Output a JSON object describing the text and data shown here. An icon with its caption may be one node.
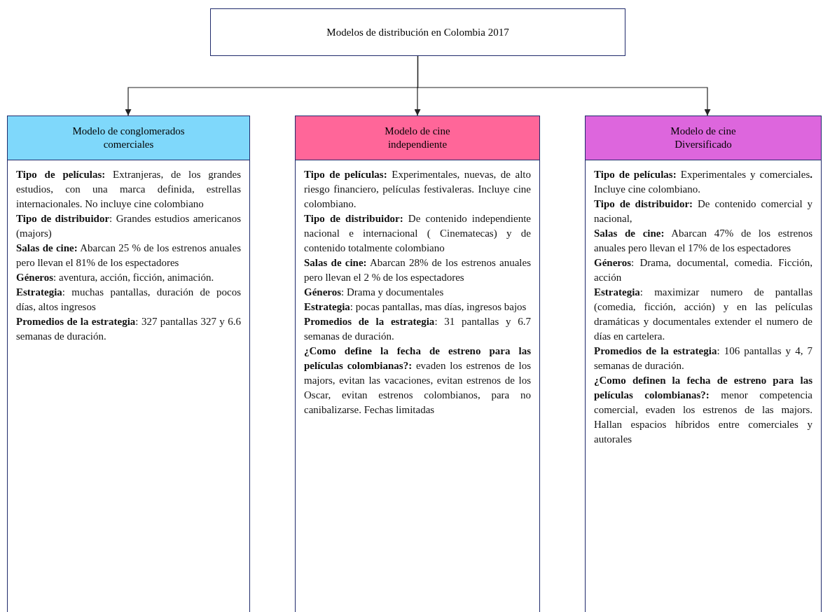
{
  "diagram": {
    "nodes": [
      {
        "text": [
          "Modelos de distribución en Colombia 2017"
        ]
      },
      {
        "text": [
          "Modelo de conglomerados comerciales"
        ]
      },
      {
        "text": [
          "Modelo de cine independiente"
        ]
      },
      {
        "text": [
          "Modelo de cine Diversificado"
        ]
      },
      {
        "text": [
          "**Tipo de películas:** Extranjeras, de los grandes estudios, con una marca definida, estrellas internacionales. No incluye cine colombiano",
          "**Tipo de distribuidor**: Grandes estudios americanos (majors)",
          "**Salas de cine:** Abarcan 25 % de los estrenos anuales pero llevan el 81% de los espectadores",
          "**Géneros**: aventura, acción, ficción, animación.",
          "**Estrategia**: muchas pantallas, duración de pocos días, altos ingresos",
          "**Promedios de la estrategia**: 327 pantallas 327 y 6.6 semanas de duración."
        ]
      },
      {
        "text": [
          "**Tipo de películas:** Experimentales, nuevas, de alto riesgo financiero, películas festivaleras. Incluye cine colombiano.",
          "**Tipo de distribuidor:** De contenido independiente nacional e internacional ( Cinematecas) y de contenido totalmente colombiano",
          "**Salas de cine:** Abarcan 28% de los estrenos anuales pero llevan el 2 % de los espectadores",
          "**Géneros**: Drama y documentales",
          "**Estrategia**: pocas pantallas, mas días, ingresos bajos",
          "**Promedios de la estrategia**: 31 pantallas y 6.7 semanas de duración.",
          "**¿Como define la fecha de estreno para las películas colombianas?:** evaden los estrenos de los majors, evitan las vacaciones, evitan estrenos de los Oscar, evitan estrenos colombianos, para no canibalizarse. Fechas limitadas"
        ]
      },
      {
        "text": [
          "**Tipo de películas:** Experimentales y comerciales**.** Incluye cine colombiano.",
          "**Tipo de distribuidor:** De contenido comercial y nacional,",
          "**Salas de cine:** Abarcan 47% de los estrenos anuales pero llevan el 17% de los espectadores",
          "**Géneros**: Drama, documental, comedia. Ficción, acción",
          "**Estrategia**: maximizar numero de pantallas (comedia, ficción, acción) y en las películas dramáticas y documentales extender el numero de días en cartelera.",
          "**Promedios de la estrategia**: 106 pantallas y 4, 7 semanas de duración.",
          "**¿Como definen la fecha de estreno para las películas colombianas?:** menor competencia comercial, evaden los estrenos de las majors. Hallan espacios híbridos entre comerciales y autorales"
        ]
      }
    ],
    "edges": [
      {
        "from": 0,
        "to": 1,
        "arrow": "to"
      },
      {
        "from": 0,
        "to": 2,
        "arrow": "to"
      },
      {
        "from": 0,
        "to": 3,
        "arrow": "to"
      }
    ]
  }
}
